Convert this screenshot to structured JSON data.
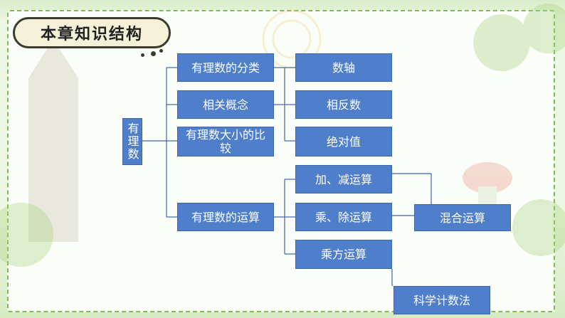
{
  "title": "本章知识结构",
  "diagram": {
    "root": "有理数",
    "level1": [
      "有理数的分类",
      "相关概念",
      "有理数大小的比较",
      "有理数的运算"
    ],
    "concepts": [
      "数轴",
      "相反数",
      "绝对值"
    ],
    "operations": [
      "加、减运算",
      "乘、除运算",
      "乘方运算"
    ],
    "mixed": "混合运算",
    "scientific": "科学计数法"
  },
  "colors": {
    "box_fill": "#4f7fcb",
    "box_text": "#ffffff",
    "connector": "#3d66a8",
    "frame": "#7cbc52"
  }
}
